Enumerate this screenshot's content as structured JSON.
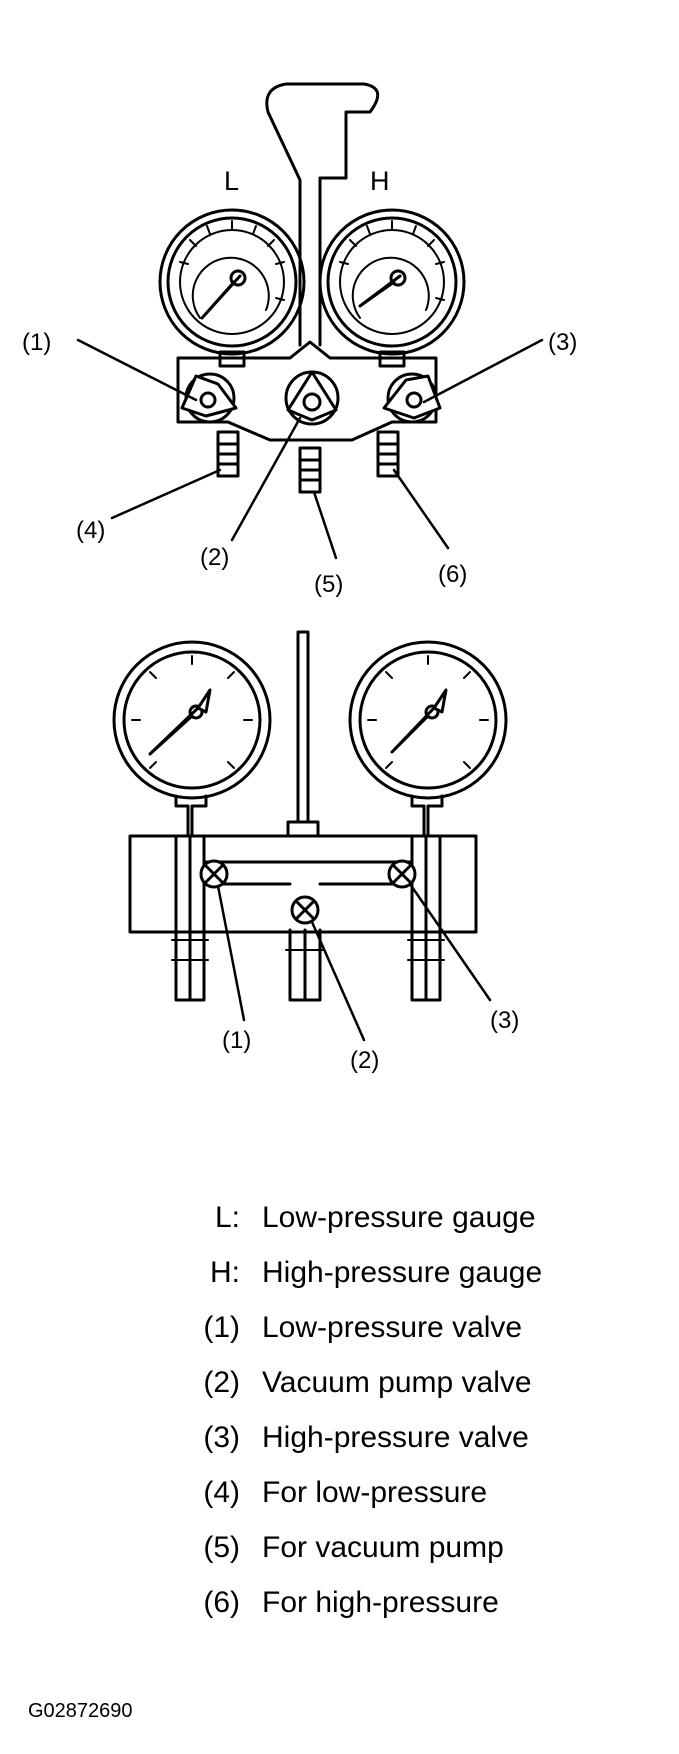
{
  "diagram": {
    "top_labels": {
      "gauge_low": "L",
      "gauge_high": "H"
    },
    "callouts_top": [
      "(1)",
      "(2)",
      "(3)",
      "(4)",
      "(5)",
      "(6)"
    ],
    "callouts_bottom": [
      "(1)",
      "(2)",
      "(3)"
    ]
  },
  "legend": [
    {
      "key": "L:",
      "text": "Low-pressure gauge"
    },
    {
      "key": "H:",
      "text": "High-pressure gauge"
    },
    {
      "key": "(1)",
      "text": "Low-pressure valve"
    },
    {
      "key": "(2)",
      "text": "Vacuum pump valve"
    },
    {
      "key": "(3)",
      "text": "High-pressure valve"
    },
    {
      "key": "(4)",
      "text": "For low-pressure"
    },
    {
      "key": "(5)",
      "text": "For vacuum pump"
    },
    {
      "key": "(6)",
      "text": "For high-pressure"
    }
  ],
  "figure_id": "G02872690"
}
